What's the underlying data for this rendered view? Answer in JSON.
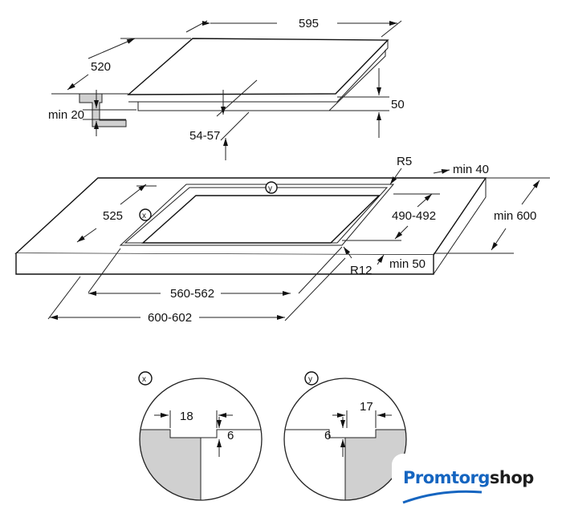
{
  "hob_dims": {
    "width": "595",
    "depth": "520",
    "min_gap": "min 20",
    "height": "50",
    "cut_depth": "54-57"
  },
  "countertop_dims": {
    "corner_radius_back": "R5",
    "min_back": "min 40",
    "cut_depth": "525",
    "detail_x": "x",
    "detail_y": "y",
    "cut_depth_range": "490-492",
    "min_depth": "min 600",
    "corner_radius_front": "R12",
    "min_front": "min 50",
    "cut_width": "560-562",
    "outer_width": "600-602"
  },
  "detail_x": {
    "label": "x",
    "width": "18",
    "depth": "6"
  },
  "detail_y": {
    "label": "y",
    "width": "17",
    "depth": "6"
  },
  "logo": {
    "part1": "Promtorg",
    "part2": "shop",
    "colors": {
      "primary": "#1565c0",
      "secondary": "#1d1d1d"
    }
  }
}
